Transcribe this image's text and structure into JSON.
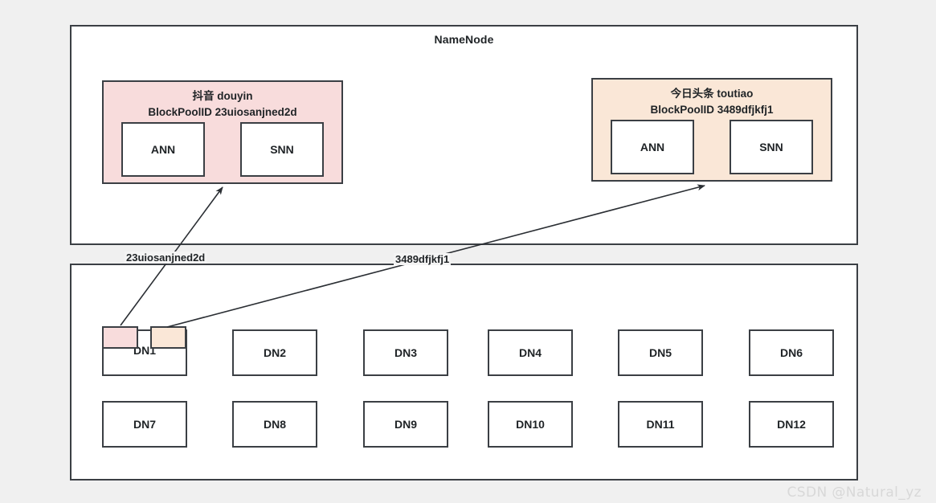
{
  "background_color": "#f0f0f0",
  "stroke_color": "#3b3f44",
  "watermark": "CSDN @Natural_yz",
  "namenode": {
    "title": "NameNode",
    "block_pools": [
      {
        "id": "douyin",
        "name": "抖音 douyin",
        "blockpool_line": "BlockPoolID 23uiosanjned2d",
        "blockpool_id": "23uiosanjned2d",
        "color": "#f8dcdc",
        "nodes": [
          {
            "label": "ANN"
          },
          {
            "label": "SNN"
          }
        ]
      },
      {
        "id": "toutiao",
        "name": "今日头条 toutiao",
        "blockpool_line": "BlockPoolID 3489dfjkfj1",
        "blockpool_id": "3489dfjkfj1",
        "color": "#fae7d7",
        "nodes": [
          {
            "label": "ANN"
          },
          {
            "label": "SNN"
          }
        ]
      }
    ]
  },
  "datanodes": {
    "rows": [
      [
        {
          "label": "DN1"
        },
        {
          "label": "DN2"
        },
        {
          "label": "DN3"
        },
        {
          "label": "DN4"
        },
        {
          "label": "DN5"
        },
        {
          "label": "DN6"
        }
      ],
      [
        {
          "label": "DN7"
        },
        {
          "label": "DN8"
        },
        {
          "label": "DN9"
        },
        {
          "label": "DN10"
        },
        {
          "label": "DN11"
        },
        {
          "label": "DN12"
        }
      ]
    ],
    "dn1_chunks": [
      {
        "pool": "douyin",
        "color": "#f8dcdc"
      },
      {
        "pool": "toutiao",
        "color": "#fae7d7"
      }
    ]
  },
  "edges": [
    {
      "id": "douyin-edge",
      "label": "23uiosanjned2d",
      "from": "dn1-chunk-douyin",
      "to": "blockpool-douyin"
    },
    {
      "id": "toutiao-edge",
      "label": "3489dfjkfj1",
      "from": "dn1-chunk-toutiao",
      "to": "blockpool-toutiao"
    }
  ]
}
